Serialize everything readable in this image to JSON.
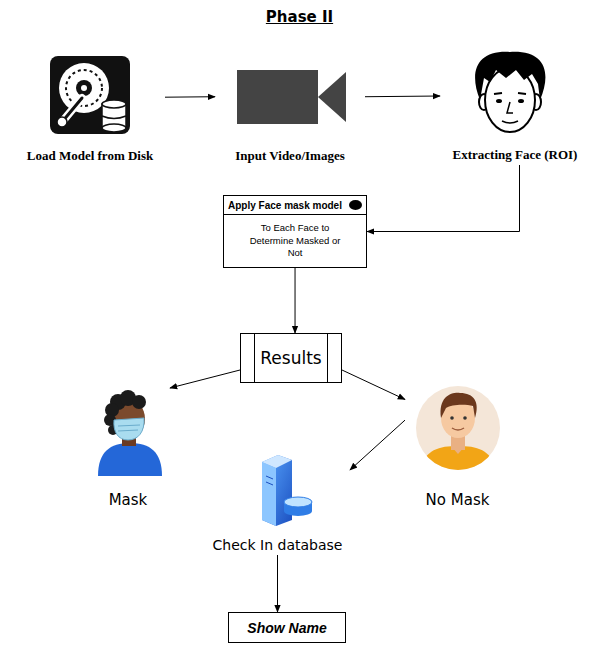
{
  "diagram": {
    "title": "Phase II",
    "nodes": [
      {
        "text": [
          "Load Model from Disk"
        ]
      },
      {
        "text": [
          "Input Video/Images"
        ]
      },
      {
        "text": [
          "Extracting Face (ROI)"
        ]
      },
      {
        "text": [
          "Apply Face mask model",
          "To Each Face to Determine Masked or Not"
        ]
      },
      {
        "text": [
          "Results"
        ]
      },
      {
        "text": [
          "Mask"
        ]
      },
      {
        "text": [
          "No Mask"
        ]
      },
      {
        "text": [
          "Check In database"
        ]
      },
      {
        "text": [
          "Show Name"
        ]
      }
    ],
    "edges": [
      {
        "from": 0,
        "to": 1,
        "arrow": "to"
      },
      {
        "from": 1,
        "to": 2,
        "arrow": "to"
      },
      {
        "from": 2,
        "to": 3,
        "arrow": "to"
      },
      {
        "from": 3,
        "to": 4,
        "arrow": "to"
      },
      {
        "from": 4,
        "to": 5,
        "arrow": "to"
      },
      {
        "from": 4,
        "to": 6,
        "arrow": "to"
      },
      {
        "from": 6,
        "to": 7,
        "arrow": "to"
      },
      {
        "from": 7,
        "to": 8,
        "arrow": "to"
      }
    ]
  }
}
